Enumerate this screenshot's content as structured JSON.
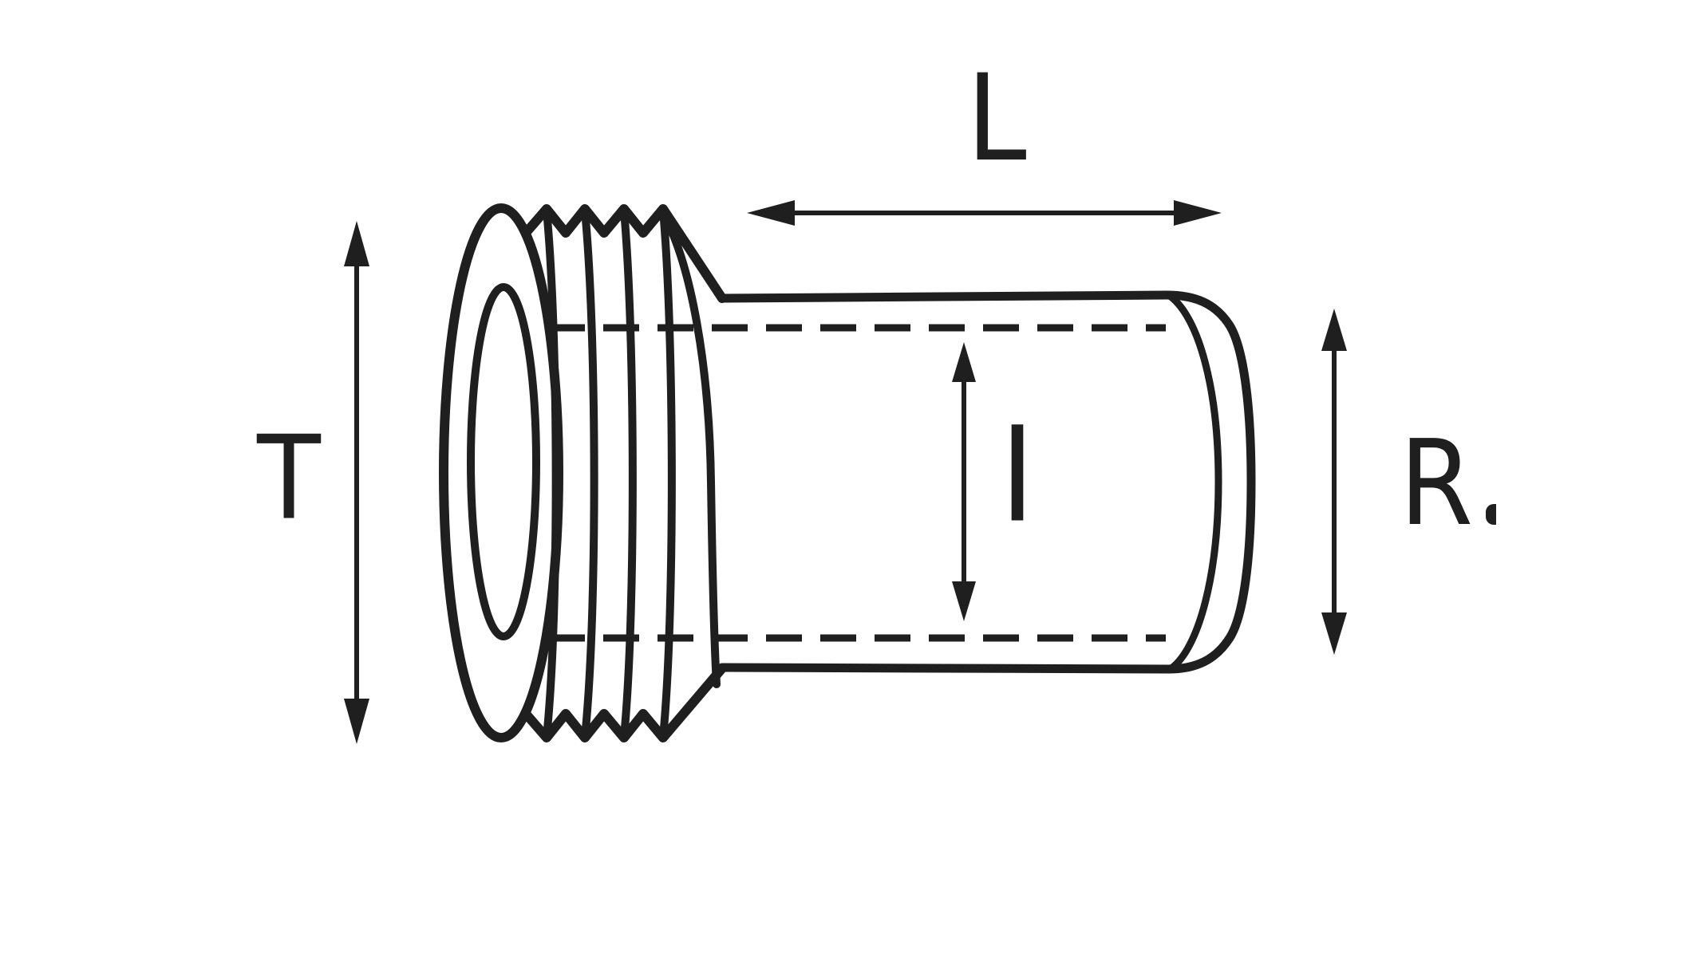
{
  "diagram": {
    "background_color": "#ffffff",
    "line_color": "#1f1f1f",
    "labels": {
      "length_top": "L",
      "thread_diameter_left": "T",
      "inner_diameter_center": "I",
      "outer_diameter_right": "R"
    }
  }
}
